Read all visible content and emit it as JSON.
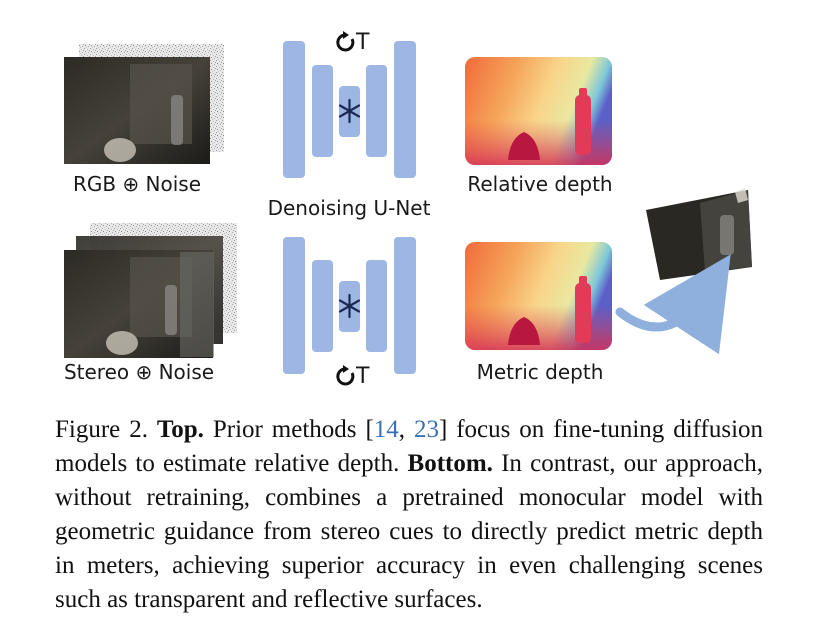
{
  "figure": {
    "labels": {
      "rgb_noise": "RGB ⊕ Noise",
      "stereo_noise": "Stereo ⊕ Noise",
      "unet": "Denoising U-Net",
      "relative_depth": "Relative depth",
      "metric_depth": "Metric depth"
    },
    "unet_tags": {
      "trainable_top": "T",
      "trainable_bottom": "T"
    },
    "icons": [
      "rotate-icon",
      "snowflake-icon"
    ],
    "colors": {
      "unet_block": "#9db6e4",
      "arrow": "#8fb0dc"
    }
  },
  "caption": {
    "prefix": "Figure 2.",
    "top_label": "Top.",
    "part1": "Prior methods [",
    "ref1": "14",
    "sep": ", ",
    "ref2": "23",
    "part2": "] focus on fine-tuning diffusion models to estimate relative depth.",
    "bottom_label": "Bottom.",
    "part3": "In contrast, our approach, without retraining, combines a pretrained monocular model with geometric guidance from stereo cues to directly predict metric depth in meters, achieving superior accuracy in even challenging scenes such as transparent and reflective surfaces."
  }
}
